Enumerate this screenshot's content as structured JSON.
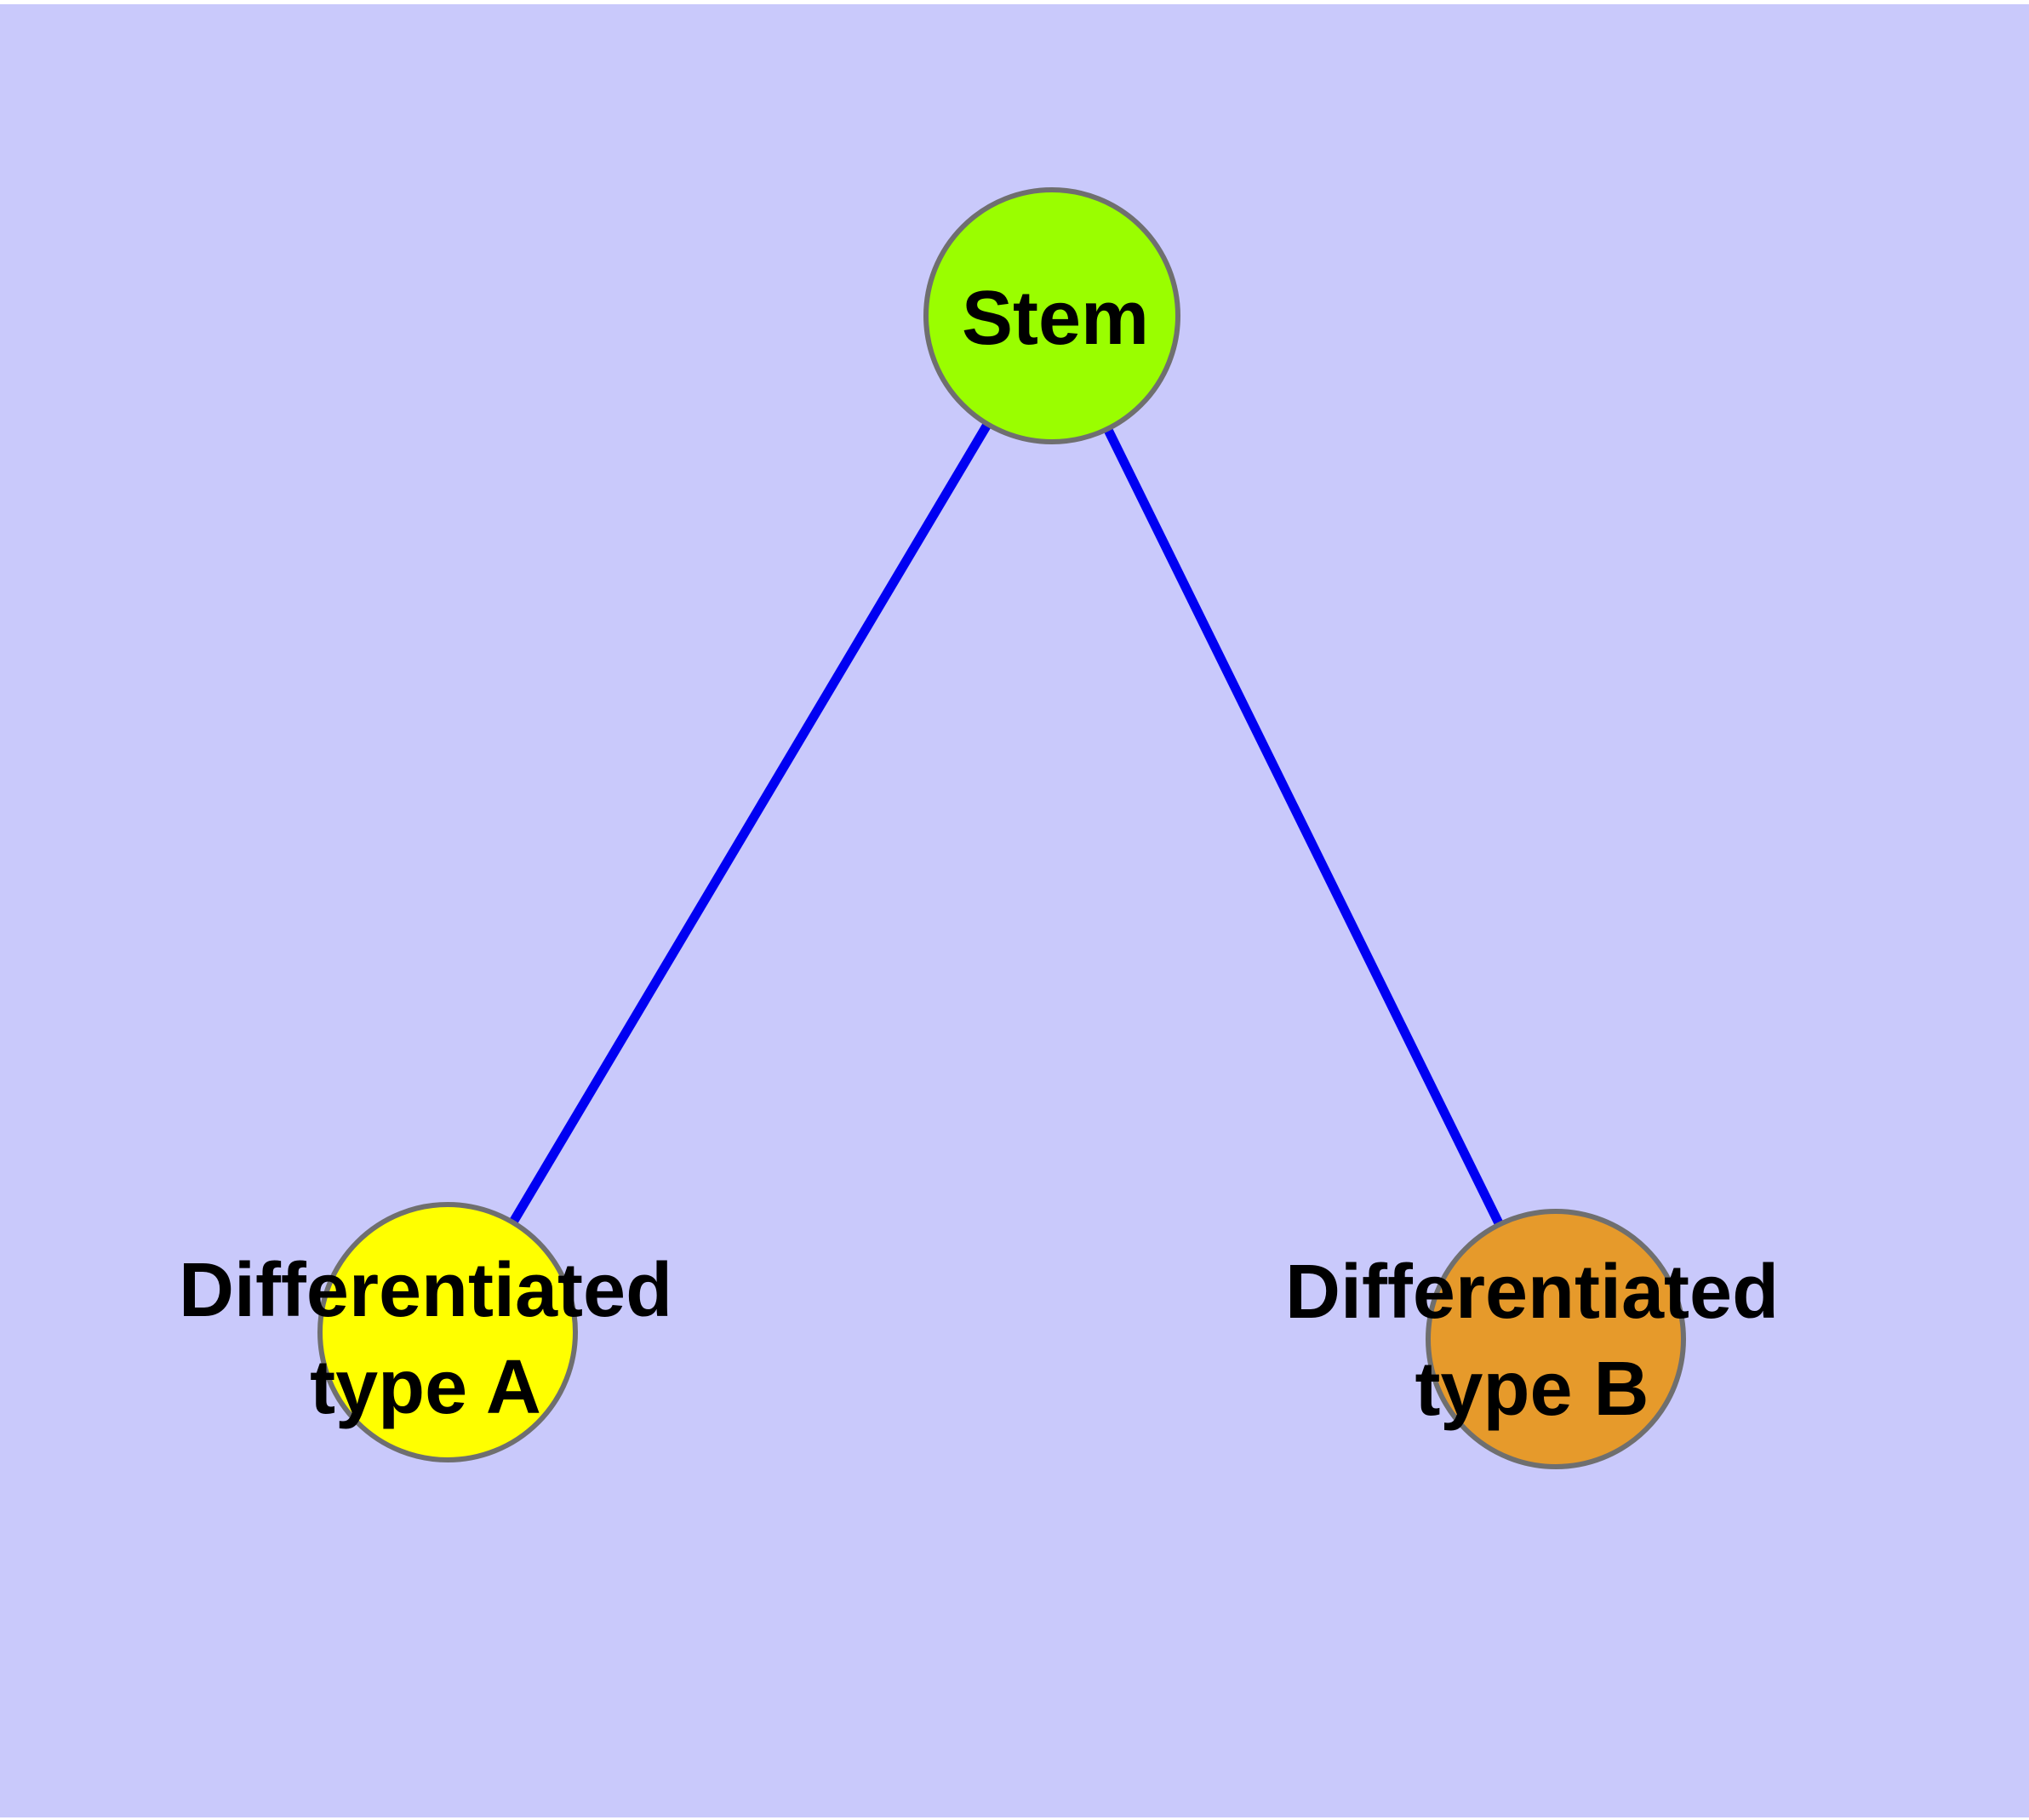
{
  "diagram": {
    "title": "",
    "type": "graph",
    "colors": {
      "background": "#C9C9FB",
      "page_margin": "#FFFFFF",
      "edge": "#0000F2",
      "node_border": "#6F6F6F",
      "label_text": "#000000",
      "stem_fill": "#9AFE00",
      "type_a_fill": "#FFFF00",
      "type_b_fill": "#E69A2B"
    },
    "nodes": {
      "stem": {
        "label": "Stem",
        "fill": "#9AFE00"
      },
      "type_a": {
        "label_line1": "Differentiated",
        "label_line2": "type A",
        "fill": "#FFFF00"
      },
      "type_b": {
        "label_line1": "Differentiated",
        "label_line2": "type B",
        "fill": "#E69A2B"
      }
    },
    "edges": [
      {
        "from": "Stem",
        "to": "Differentiated type A"
      },
      {
        "from": "Stem",
        "to": "Differentiated type B"
      }
    ]
  }
}
